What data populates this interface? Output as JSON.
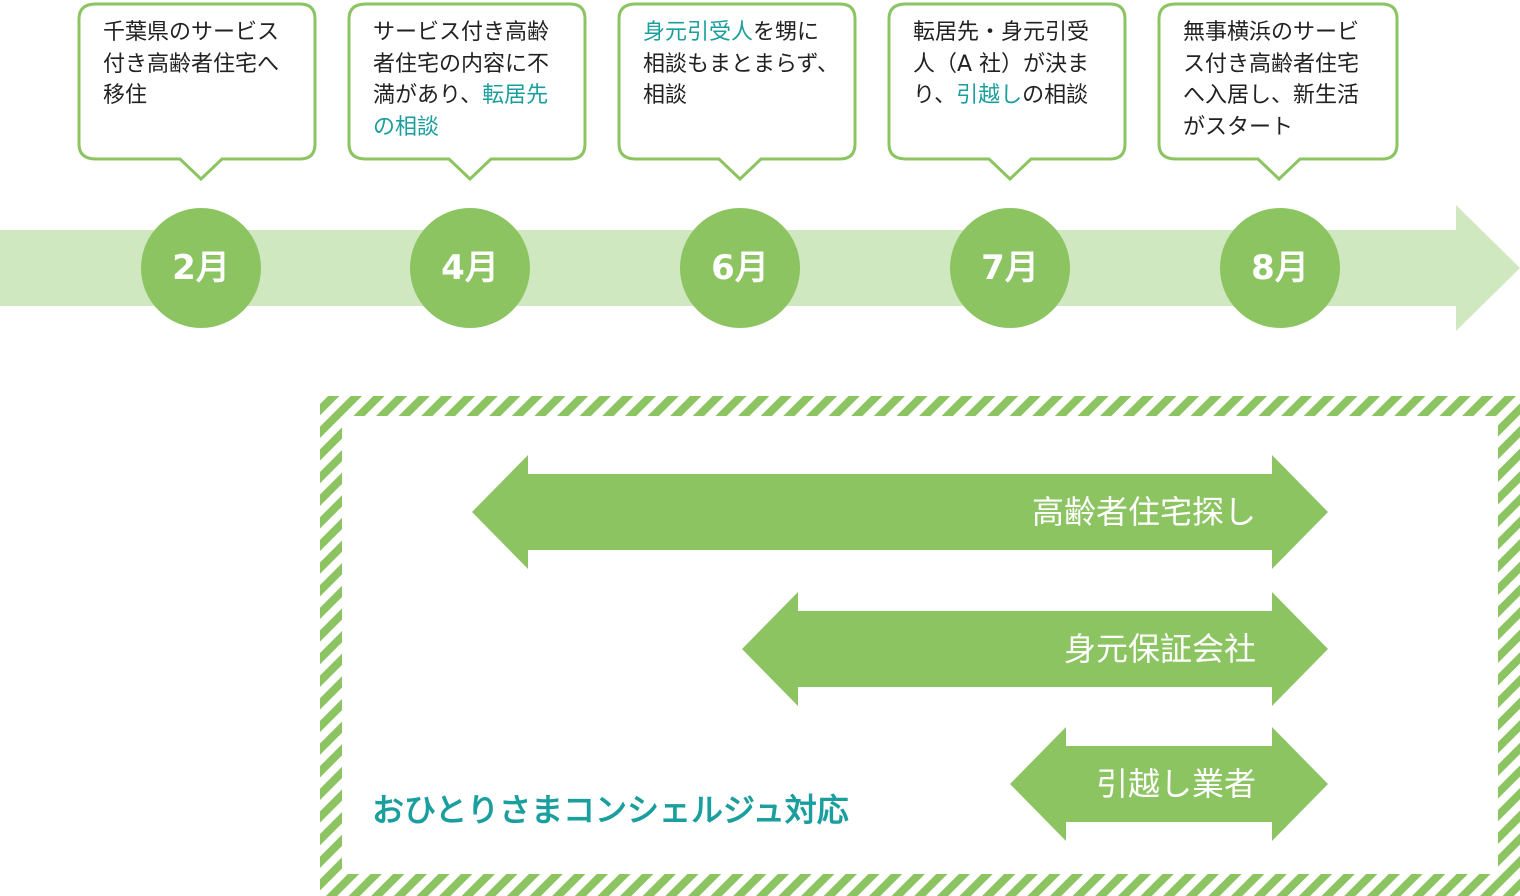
{
  "colors": {
    "green": "#8cc462",
    "light_green": "#cfe8bf",
    "teal_text": "#1a9e9e",
    "text": "#222222"
  },
  "events": [
    {
      "month": "2月",
      "lines": [
        [
          "千葉県のサービス"
        ],
        [
          "付き高齢者住宅へ"
        ],
        [
          "移住"
        ]
      ]
    },
    {
      "month": "4月",
      "lines": [
        [
          "サービス付き高齢"
        ],
        [
          "者住宅の内容に不"
        ],
        [
          "満があり、",
          {
            "hl": "転居先"
          }
        ],
        [
          {
            "hl": "の相談"
          }
        ]
      ]
    },
    {
      "month": "6月",
      "lines": [
        [
          {
            "hl": "身元引受人"
          },
          "を甥に"
        ],
        [
          "相談もまとまらず、"
        ],
        [
          "相談"
        ]
      ]
    },
    {
      "month": "7月",
      "lines": [
        [
          "転居先・身元引受"
        ],
        [
          "人（A 社）が決ま"
        ],
        [
          "り、",
          {
            "hl": "引越し"
          },
          "の相談"
        ]
      ]
    },
    {
      "month": "8月",
      "lines": [
        [
          "無事横浜のサービ"
        ],
        [
          "ス付き高齢者住宅"
        ],
        [
          "へ入居し、新生活"
        ],
        [
          "がスタート"
        ]
      ]
    }
  ],
  "support_items": [
    {
      "label": "高齢者住宅探し",
      "span": [
        "4月",
        "8月"
      ]
    },
    {
      "label": "身元保証会社",
      "span": [
        "6月",
        "8月"
      ]
    },
    {
      "label": "引越し業者",
      "span": [
        "7月",
        "8月"
      ]
    }
  ],
  "support_caption": "おひとりさまコンシェルジュ対応"
}
